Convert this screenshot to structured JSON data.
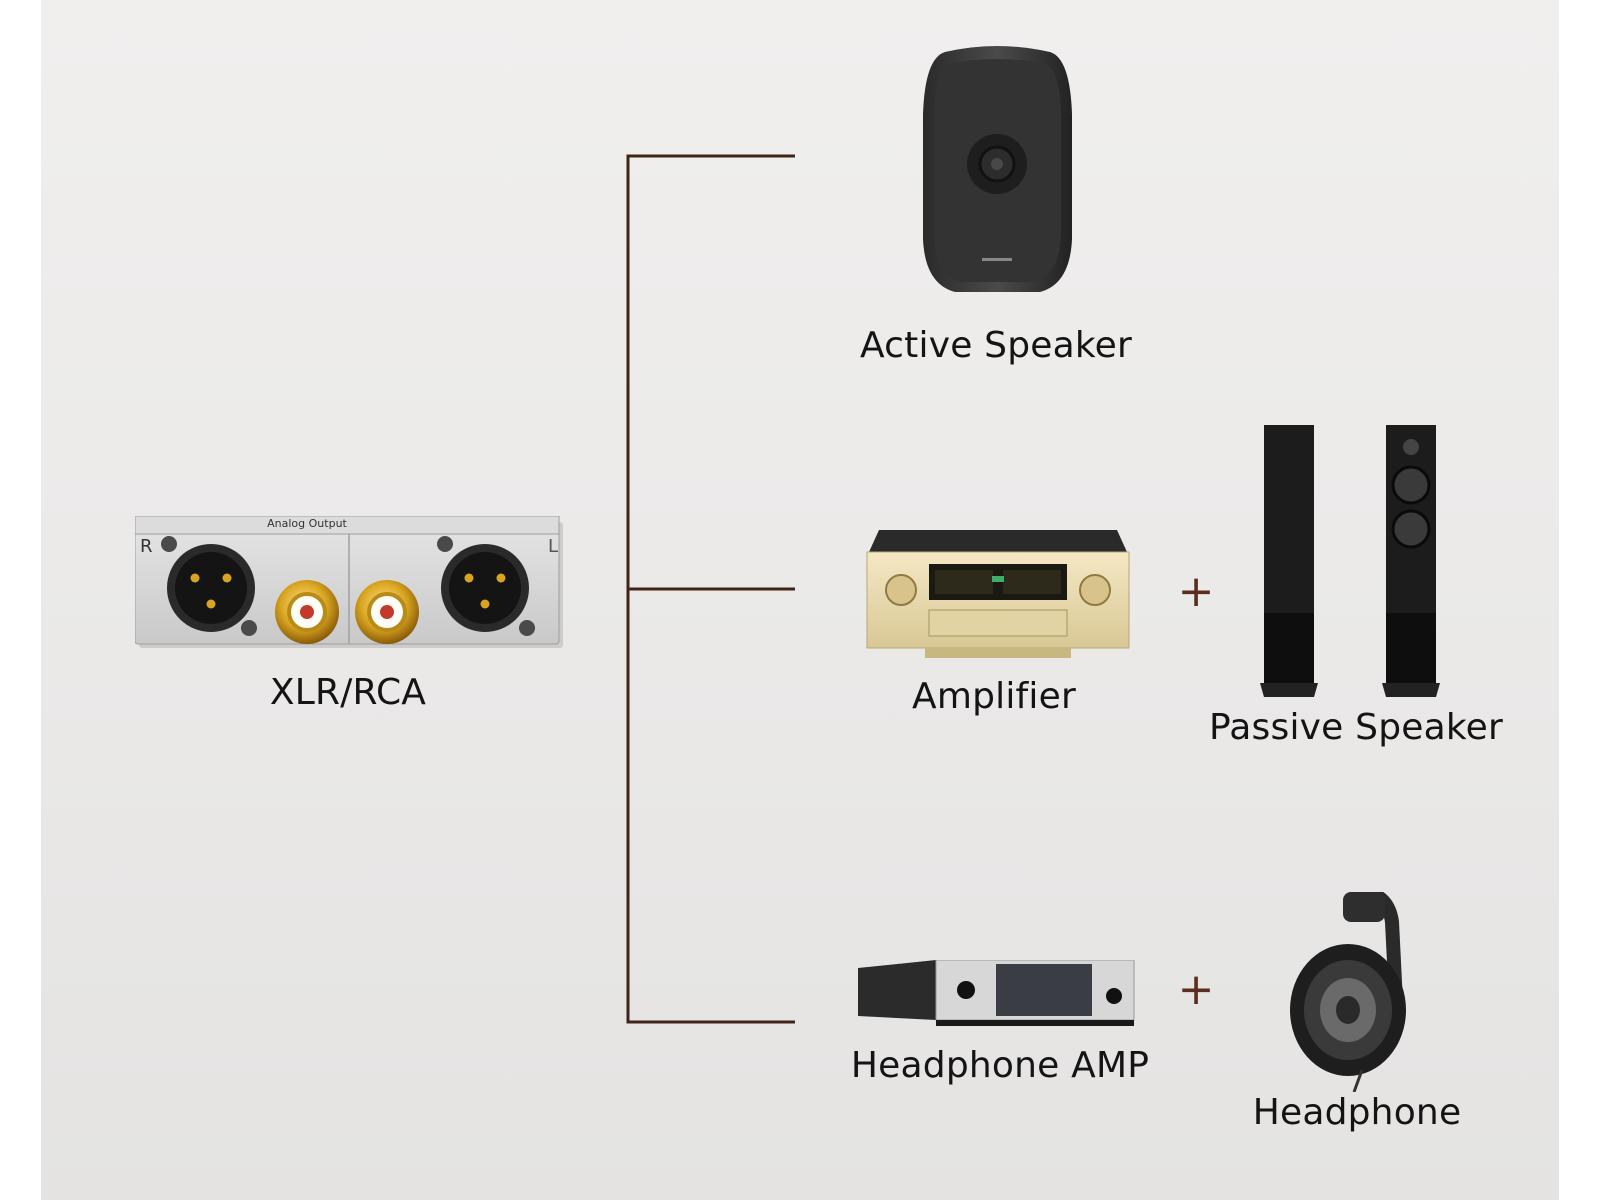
{
  "diagram": {
    "source": {
      "label": "XLR/RCA",
      "panel_text": "Analog Output",
      "right_channel": "R",
      "left_channel": "L"
    },
    "outputs": [
      {
        "device": "Active Speaker"
      },
      {
        "device": "Amplifier",
        "plus": "+",
        "pair": "Passive Speaker"
      },
      {
        "device": "Headphone AMP",
        "plus": "+",
        "pair": "Headphone"
      }
    ],
    "colors": {
      "connector_line": "#3f2417",
      "plus_sign": "#5a2d1e",
      "background": "#ecebea"
    }
  }
}
